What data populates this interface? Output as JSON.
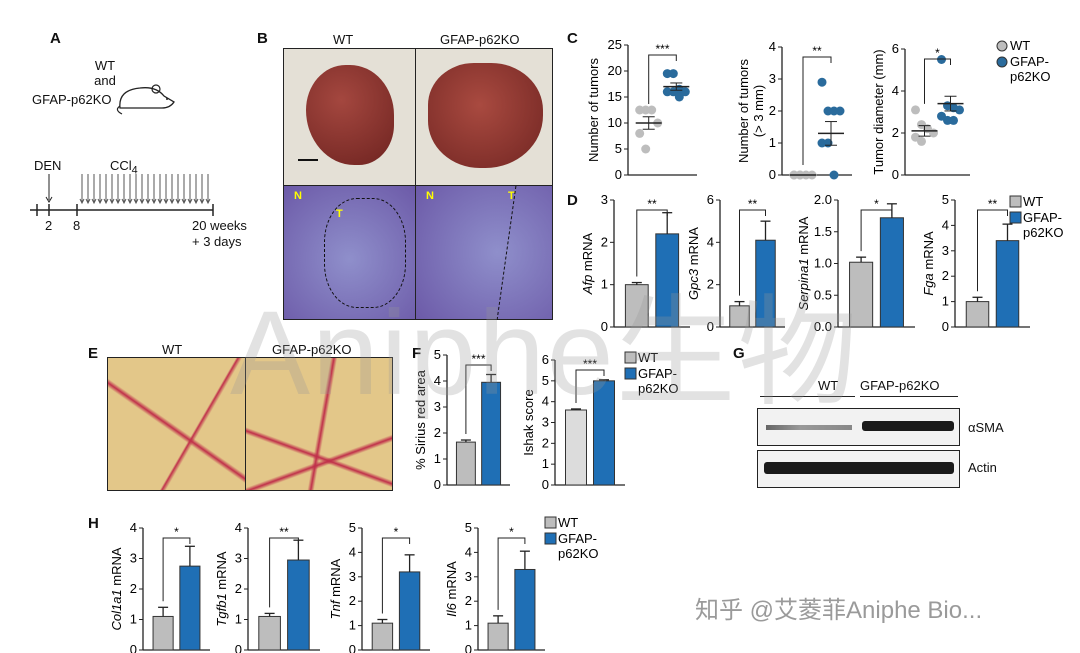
{
  "panels": {
    "A": "A",
    "B": "B",
    "C": "C",
    "D": "D",
    "E": "E",
    "F": "F",
    "G": "G",
    "H": "H"
  },
  "panel_a": {
    "mouse_label_1": "WT",
    "mouse_label_2": "and",
    "mouse_label_3": "GFAP-p62KO",
    "den": "DEN",
    "ccl4": "CCl",
    "ccl4_sub": "4",
    "tick_2": "2",
    "tick_8": "8",
    "end_1": "20 weeks",
    "end_2": "+ 3 days"
  },
  "panel_b": {
    "col_wt": "WT",
    "col_ko": "GFAP-p62KO",
    "marker_n": "N",
    "marker_t": "T"
  },
  "panel_e": {
    "col_wt": "WT",
    "col_ko": "GFAP-p62KO"
  },
  "panel_g": {
    "group_wt": "WT",
    "group_ko": "GFAP-p62KO",
    "band_1": "αSMA",
    "band_2": "Actin"
  },
  "legend": {
    "wt": "WT",
    "ko_1": "GFAP-",
    "ko_2": "p62KO"
  },
  "colors": {
    "wt": "#bdbdbd",
    "ko": "#1f6fb5",
    "ko_dot": "#2a6b9c"
  },
  "watermark": {
    "main": "Aniphe生物",
    "footer": "知乎 @艾菱菲Aniphe Bio..."
  },
  "chart_data": [
    {
      "type": "scatter",
      "panel": "C",
      "ylabel": "Number of tumors",
      "ylim": [
        0,
        25
      ],
      "yticks": [
        "0",
        "5",
        "10",
        "15",
        "20",
        "25"
      ],
      "sig": "***",
      "groups": [
        {
          "name": "WT",
          "points": [
            12.5,
            12.5,
            12.5,
            10,
            8,
            5
          ],
          "mean": 10,
          "sem": 1.2
        },
        {
          "name": "GFAP-p62KO",
          "points": [
            19.5,
            19.5,
            16.5,
            16,
            16,
            16,
            15
          ],
          "mean": 17,
          "sem": 0.7
        }
      ]
    },
    {
      "type": "scatter",
      "panel": "C",
      "ylabel": "Number of tumors",
      "ylabel2": "(> 3 mm)",
      "ylim": [
        0,
        4
      ],
      "yticks": [
        "0",
        "1",
        "2",
        "3",
        "4"
      ],
      "sig": "**",
      "groups": [
        {
          "name": "WT",
          "points": [
            0,
            0,
            0,
            0,
            0,
            0
          ],
          "mean": 0,
          "sem": 0
        },
        {
          "name": "GFAP-p62KO",
          "points": [
            2.9,
            2,
            2,
            2,
            1,
            1,
            0
          ],
          "mean": 1.3,
          "sem": 0.37
        }
      ]
    },
    {
      "type": "scatter",
      "panel": "C",
      "ylabel": "Tumor diameter (mm)",
      "ylim": [
        0,
        6
      ],
      "yticks": [
        "0",
        "2",
        "4",
        "6"
      ],
      "sig": "*",
      "groups": [
        {
          "name": "WT",
          "points": [
            3.1,
            2.4,
            2.2,
            2.0,
            1.8,
            1.6
          ],
          "mean": 2.1,
          "sem": 0.25
        },
        {
          "name": "GFAP-p62KO",
          "points": [
            5.5,
            3.3,
            3.2,
            3.1,
            2.8,
            2.6,
            2.6
          ],
          "mean": 3.4,
          "sem": 0.35
        }
      ]
    },
    {
      "type": "bar",
      "panel": "D",
      "gene": "Afp",
      "ylabel": " mRNA",
      "ylim": [
        0,
        3
      ],
      "yticks": [
        "0",
        "1",
        "2",
        "3"
      ],
      "sig": "**",
      "values": [
        1.0,
        2.2
      ],
      "errors": [
        0.05,
        0.5
      ]
    },
    {
      "type": "bar",
      "panel": "D",
      "gene": "Gpc3",
      "ylabel": " mRNA",
      "ylim": [
        0,
        6
      ],
      "yticks": [
        "0",
        "2",
        "4",
        "6"
      ],
      "sig": "**",
      "values": [
        1.0,
        4.1
      ],
      "errors": [
        0.2,
        0.9
      ]
    },
    {
      "type": "bar",
      "panel": "D",
      "gene": "Serpina1",
      "ylabel": " mRNA",
      "ylim": [
        0,
        2
      ],
      "yticks": [
        "0.0",
        "0.5",
        "1.0",
        "1.5",
        "2.0"
      ],
      "sig": "*",
      "values": [
        1.02,
        1.72
      ],
      "errors": [
        0.08,
        0.22
      ]
    },
    {
      "type": "bar",
      "panel": "D",
      "gene": "Fga",
      "ylabel": " mRNA",
      "ylim": [
        0,
        5
      ],
      "yticks": [
        "0",
        "1",
        "2",
        "3",
        "4",
        "5"
      ],
      "sig": "**",
      "values": [
        1.0,
        3.4
      ],
      "errors": [
        0.17,
        0.65
      ]
    },
    {
      "type": "bar",
      "panel": "F",
      "gene": "",
      "ylabel": "% Sirius red area",
      "ylim": [
        0,
        5
      ],
      "yticks": [
        "0",
        "1",
        "2",
        "3",
        "4",
        "5"
      ],
      "sig": "***",
      "values": [
        1.65,
        3.95
      ],
      "errors": [
        0.08,
        0.3
      ]
    },
    {
      "type": "bar",
      "panel": "F",
      "gene": "",
      "ylabel": "Ishak score",
      "ylim": [
        0,
        6
      ],
      "yticks": [
        "0",
        "1",
        "2",
        "3",
        "4",
        "5",
        "6"
      ],
      "sig": "***",
      "values": [
        3.6,
        5.0
      ],
      "errors": [
        0.05,
        0.05
      ]
    },
    {
      "type": "bar",
      "panel": "H",
      "gene": "Col1a1",
      "ylabel": " mRNA",
      "ylim": [
        0,
        4
      ],
      "yticks": [
        "0",
        "1",
        "2",
        "3",
        "4"
      ],
      "sig": "*",
      "values": [
        1.1,
        2.75
      ],
      "errors": [
        0.3,
        0.65
      ]
    },
    {
      "type": "bar",
      "panel": "H",
      "gene": "Tgfb1",
      "ylabel": " mRNA",
      "ylim": [
        0,
        4
      ],
      "yticks": [
        "0",
        "1",
        "2",
        "3",
        "4"
      ],
      "sig": "**",
      "values": [
        1.1,
        2.95
      ],
      "errors": [
        0.1,
        0.65
      ]
    },
    {
      "type": "bar",
      "panel": "H",
      "gene": "Tnf",
      "ylabel": " mRNA",
      "ylim": [
        0,
        5
      ],
      "yticks": [
        "0",
        "1",
        "2",
        "3",
        "4",
        "5"
      ],
      "sig": "*",
      "values": [
        1.1,
        3.2
      ],
      "errors": [
        0.15,
        0.7
      ]
    },
    {
      "type": "bar",
      "panel": "H",
      "gene": "Il6",
      "ylabel": " mRNA",
      "ylim": [
        0,
        5
      ],
      "yticks": [
        "0",
        "1",
        "2",
        "3",
        "4",
        "5"
      ],
      "sig": "*",
      "values": [
        1.1,
        3.3
      ],
      "errors": [
        0.3,
        0.75
      ]
    }
  ]
}
